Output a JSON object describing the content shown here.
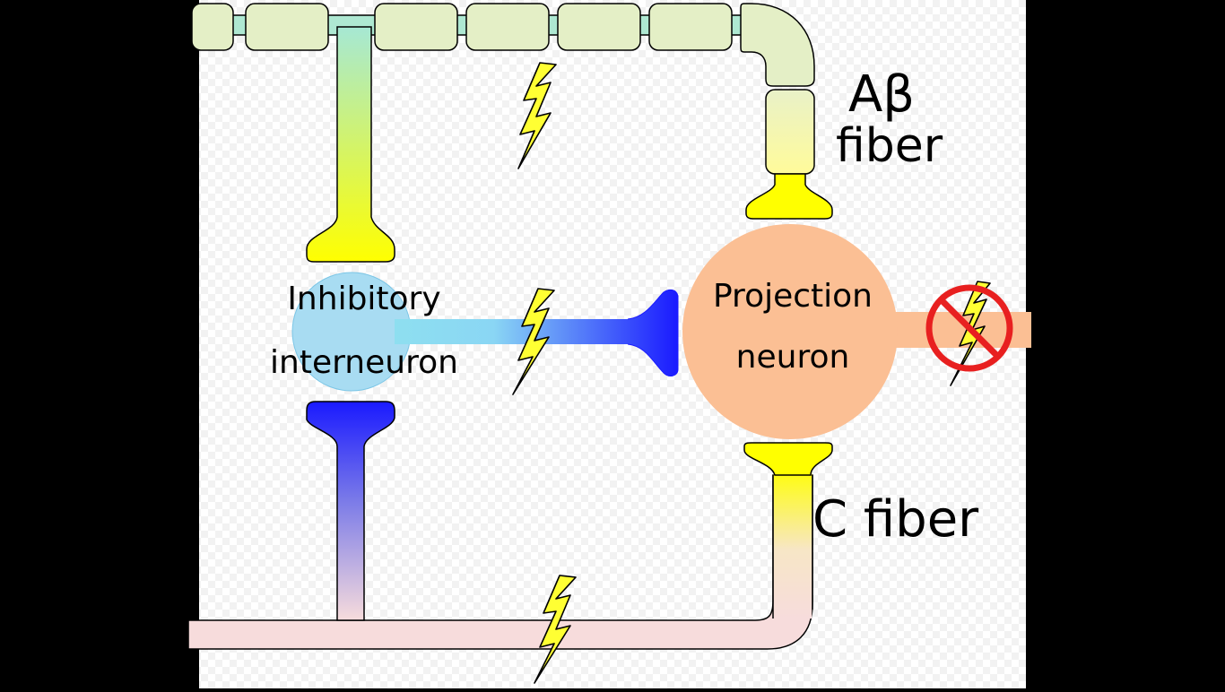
{
  "labels": {
    "inhibitory_line1": "Inhibitory",
    "inhibitory_line2": "interneuron",
    "projection_line1": "Projection",
    "projection_line2": "neuron",
    "abeta_line1": "Aβ",
    "abeta_line2": "fiber",
    "cfiber": "C fiber"
  },
  "colors": {
    "page_bg": "#000000",
    "canvas_bg": "#ffffff",
    "myelin": "#e4efc6",
    "abeta_axon": "#aeead2",
    "terminal_yellow": "#ffff00",
    "terminal_blue": "#1a1aff",
    "interneuron_body": "#a8dcf2",
    "projection_body": "#fbbf94",
    "cfiber_pink": "#f7dcdc",
    "bolt": "#ffff33",
    "prohibit_red": "#e82020"
  },
  "icons": [
    "lightning-bolt-icon",
    "prohibited-icon"
  ]
}
